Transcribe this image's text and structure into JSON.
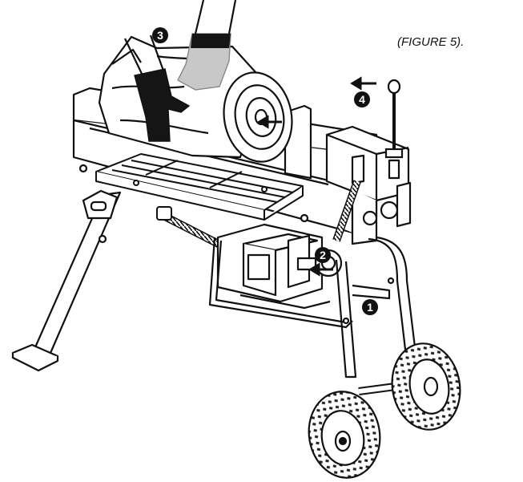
{
  "caption": "(FIGURE 5).",
  "callouts": [
    {
      "label": "1",
      "meaning": "step-1"
    },
    {
      "label": "2",
      "meaning": "step-2"
    },
    {
      "label": "3",
      "meaning": "step-3"
    },
    {
      "label": "4",
      "meaning": "step-4"
    }
  ],
  "colors": {
    "line": "#111111",
    "glove_dark": "#151515",
    "glove_light": "#c8c8c8",
    "background": "#ffffff"
  },
  "icons": [
    "log-icon",
    "glove-icon",
    "wheel-icon",
    "lever-icon",
    "arrow-icon",
    "spring-hose-icon"
  ]
}
